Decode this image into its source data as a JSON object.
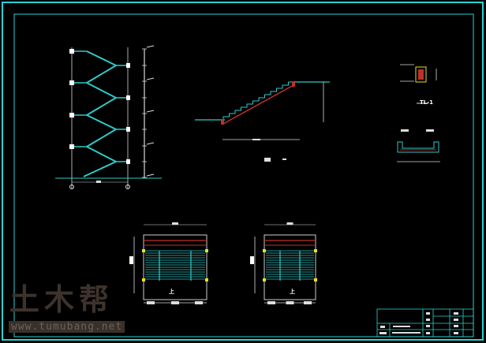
{
  "watermark": {
    "logo": "土木帮",
    "url": "www.tumubang.net"
  },
  "drawing": {
    "detail_label": "TL-1",
    "up_label_1": "上",
    "up_label_2": "上"
  },
  "colors": {
    "frame": "#29d3d3",
    "stair": "#2fc9c9",
    "beam": "#c0302a",
    "dim": "#d8d8d8",
    "marker": "#e8e020"
  }
}
